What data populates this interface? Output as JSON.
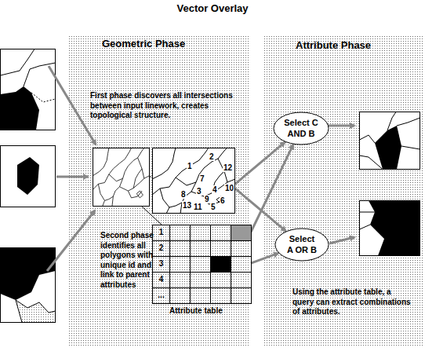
{
  "diagram": {
    "title": "Vector Overlay",
    "nodes": [
      {
        "text": [
          "Geometric Phase",
          "First phase discovers all intersections between input linework, creates topological structure.",
          "Second phase identifies all polygons with unique id and link to parent attributes"
        ]
      },
      {
        "text": [
          "1",
          "2",
          "12",
          "7",
          "3",
          "4",
          "9",
          "8",
          "10",
          "13",
          "11",
          "5",
          "6"
        ],
        "in": 0
      },
      {
        "text": [
          "1",
          "2",
          "3",
          "4",
          "...",
          "Attribute table"
        ],
        "in": 0
      },
      {
        "text": [
          "Attribute Phase",
          "Using the attribute table, a query can extract combinations of attributes."
        ]
      },
      {
        "text": [
          "Select C AND B"
        ],
        "in": 3
      },
      {
        "text": [
          "Select A OR B"
        ],
        "in": 3
      }
    ],
    "edges": [
      {
        "from": 1,
        "to": 4,
        "arrow": "to"
      },
      {
        "from": 1,
        "to": 5,
        "arrow": "to"
      },
      {
        "from": 2,
        "to": 4,
        "arrow": "to"
      },
      {
        "from": 2,
        "to": 5,
        "arrow": "to"
      }
    ]
  }
}
